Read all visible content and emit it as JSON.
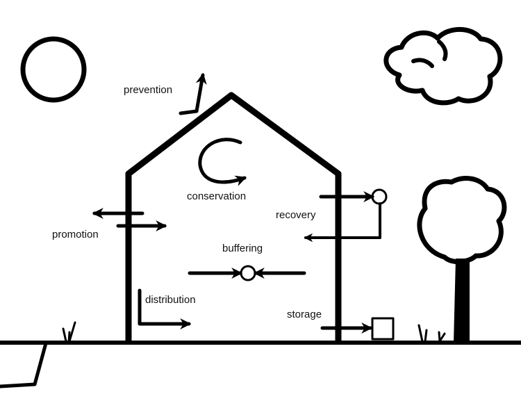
{
  "labels": {
    "prevention": "prevention",
    "conservation": "conservation",
    "recovery": "recovery",
    "promotion": "promotion",
    "buffering": "buffering",
    "distribution": "distribution",
    "storage": "storage"
  }
}
